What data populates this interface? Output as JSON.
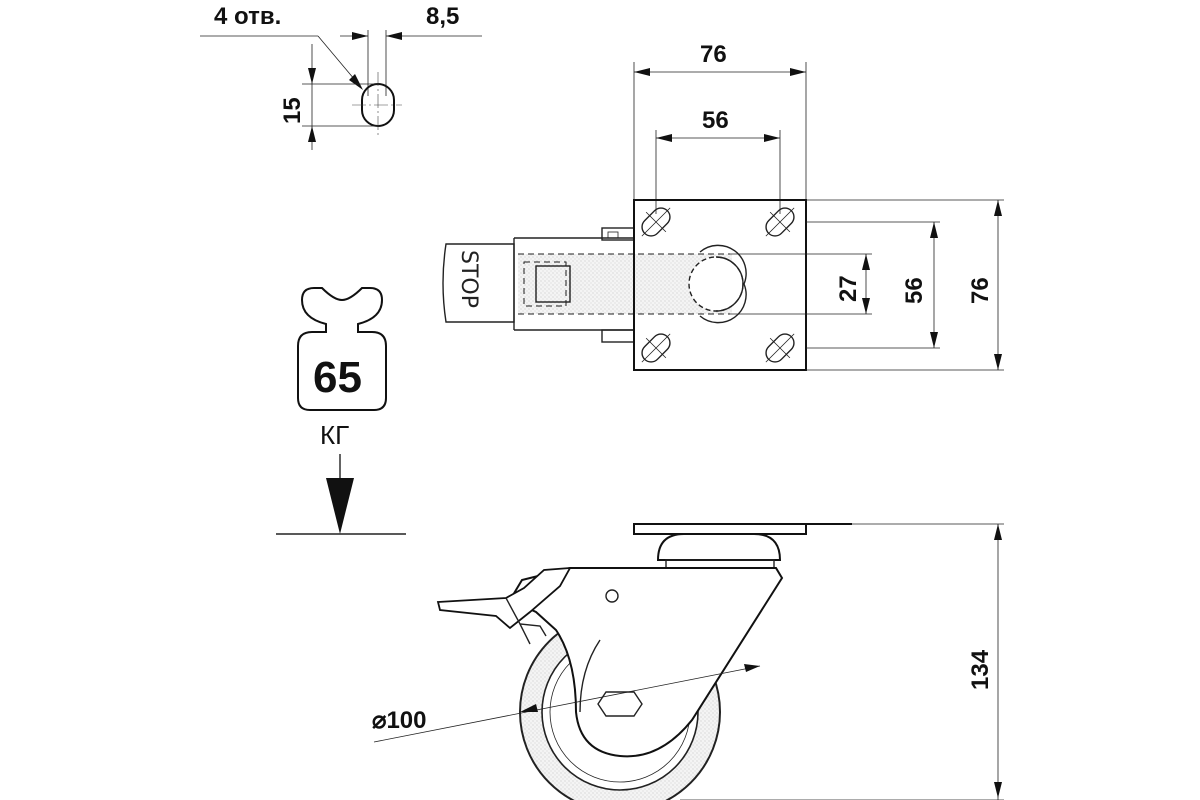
{
  "hole_note": {
    "count_label": "4 отв.",
    "width": "8,5",
    "length": "15"
  },
  "top_view": {
    "plate_width": "76",
    "hole_spacing_x": "56",
    "plate_height": "76",
    "hole_spacing_y": "56",
    "swivel_width": "27",
    "brake_label": "STOP"
  },
  "load": {
    "value": "65",
    "unit": "КГ"
  },
  "side_view": {
    "wheel_diameter": "⌀100",
    "total_height": "134"
  },
  "colors": {
    "line": "#222222",
    "wheel_fill": "#ececec",
    "background": "#ffffff"
  }
}
